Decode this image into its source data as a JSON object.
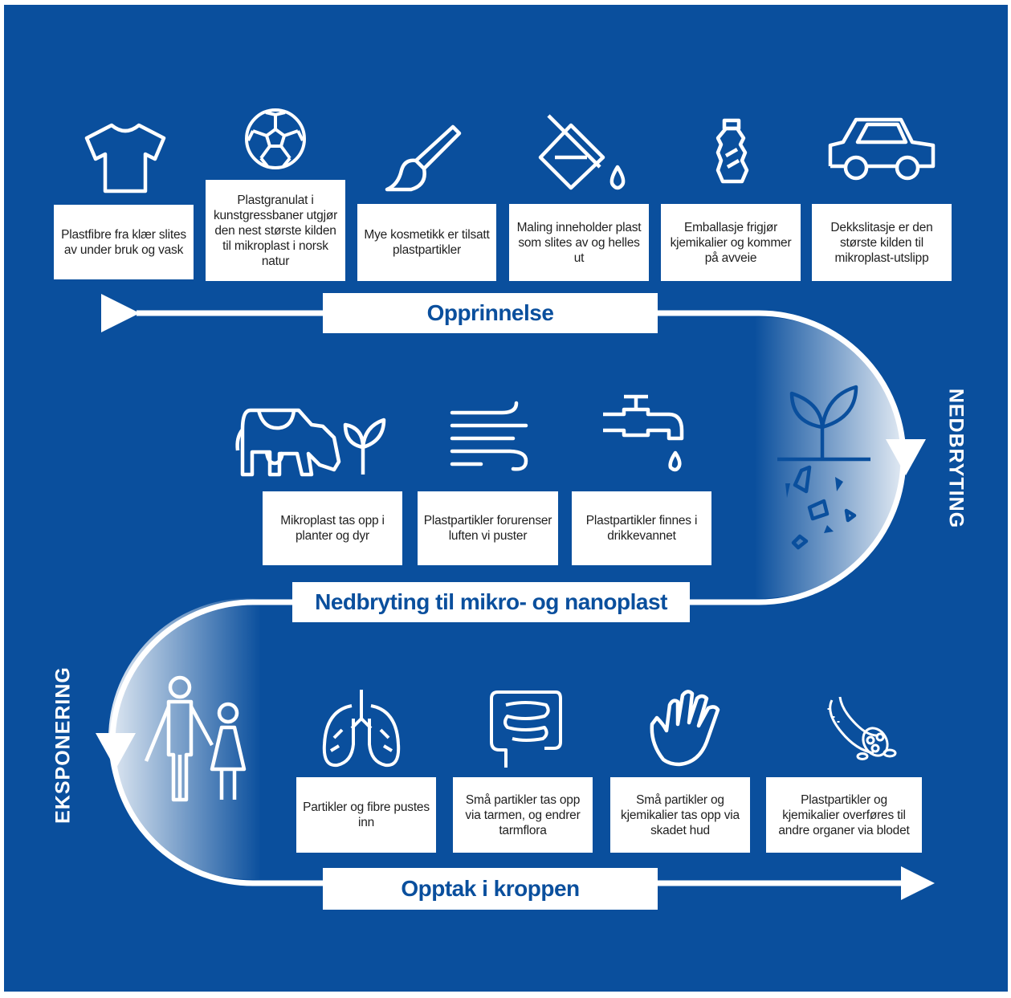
{
  "colors": {
    "background": "#0a4f9d",
    "card": "#ffffff",
    "heading_text": "#0a4f9d",
    "body_text": "#1f1f1f"
  },
  "stages": {
    "origin": "Opprinnelse",
    "breakdown_side": "NEDBRYTING",
    "breakdown": "Nedbryting til mikro- og nanoplast",
    "exposure_side": "EKSPONERING",
    "uptake": "Opptak i kroppen"
  },
  "origin_items": [
    {
      "icon": "t-shirt-icon",
      "text": "Plastfibre fra klær slites av under bruk og vask"
    },
    {
      "icon": "football-icon",
      "text": "Plastgranulat i kunstgressbaner utgjør den nest største kilden til mikroplast i norsk natur"
    },
    {
      "icon": "paintbrush-icon",
      "text": "Mye kosmetikk er tilsatt plastpartikler"
    },
    {
      "icon": "paint-bucket-icon",
      "text": "Maling inneholder plast som slites av og helles ut"
    },
    {
      "icon": "plastic-bottle-icon",
      "text": "Emballasje frigjør kjemikalier og kommer på avveie"
    },
    {
      "icon": "car-icon",
      "text": "Dekkslitasje er den største kilden til mikroplast-utslipp"
    }
  ],
  "breakdown_items": [
    {
      "icon": "cow-and-plant-icon",
      "text": "Mikroplast tas opp i planter og dyr"
    },
    {
      "icon": "wind-icon",
      "text": "Plastpartikler forurenser luften vi puster"
    },
    {
      "icon": "water-tap-icon",
      "text": "Plastpartikler finnes i drikkevannet"
    }
  ],
  "uptake_items": [
    {
      "icon": "lungs-icon",
      "text": "Partikler og fibre pustes inn"
    },
    {
      "icon": "intestine-icon",
      "text": "Små partikler tas opp via tarmen, og endrer tarmflora"
    },
    {
      "icon": "hand-icon",
      "text": "Små partikler og kjemikalier tas opp via skadet hud"
    },
    {
      "icon": "blood-vessel-icon",
      "text": "Plastpartikler og kjemikalier overføres til andre organer via blodet"
    }
  ]
}
